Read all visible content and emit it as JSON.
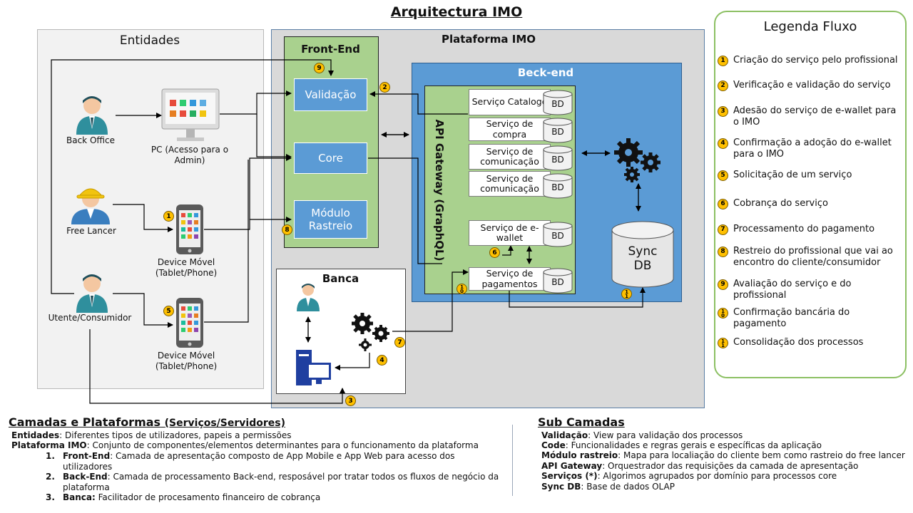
{
  "title": "Arquitectura IMO",
  "entidades": {
    "header": "Entidades",
    "back_office": "Back Office",
    "pc_label": "PC (Acesso para o Admin)",
    "free_lancer": "Free Lancer",
    "device1": "Device Móvel (Tablet/Phone)",
    "utente": "Utente/Consumidor",
    "device2": "Device Móvel (Tablet/Phone)"
  },
  "plataforma": {
    "header": "Plataforma IMO",
    "front_end": {
      "header": "Front-End",
      "validacao": "Validação",
      "core": "Core",
      "rastreio": "Módulo Rastreio"
    },
    "back_end": {
      "header": "Beck-end",
      "api_gateway": "API Gateway (GraphQL)",
      "services": [
        "Serviço Catalogo",
        "Serviço de compra",
        "Serviço de comunicação",
        "Serviço de comunicação",
        "Serviço de e-wallet",
        "Serviço de pagamentos"
      ],
      "bd": "BD",
      "sync_db": "Sync DB"
    },
    "banca": {
      "header": "Banca"
    }
  },
  "badges": {
    "b1": "1",
    "b2": "2",
    "b3": "3",
    "b4": "4",
    "b5": "5",
    "b6": "6",
    "b7": "7",
    "b8": "8",
    "b9": "9",
    "b10_top": "1",
    "b10_bottom": "0",
    "b11_top": "1",
    "b11_bottom": "1"
  },
  "legend": {
    "title": "Legenda Fluxo",
    "items": [
      {
        "n": "1",
        "text": "Criação do serviço pelo profissional"
      },
      {
        "n": "2",
        "text": "Verificação e validação do serviço"
      },
      {
        "n": "3",
        "text": "Adesão do serviço de e-wallet para o IMO"
      },
      {
        "n": "4",
        "text": "Confirmação a adoção do e-wallet para o IMO"
      },
      {
        "n": "5",
        "text": "Solicitação de um serviço"
      },
      {
        "n": "6",
        "text": "Cobrança do serviço"
      },
      {
        "n": "7",
        "text": "Processamento do pagamento"
      },
      {
        "n": "8",
        "text": "Restreio do profissional que vai ao encontro do cliente/consumidor"
      },
      {
        "n": "9",
        "text": "Avaliação do serviço e do profissional"
      },
      {
        "n_top": "1",
        "n_bottom": "0",
        "text": "Confirmação bancária do pagamento"
      },
      {
        "n_top": "1",
        "n_bottom": "1",
        "text": "Consolidação dos processos"
      }
    ]
  },
  "camadas": {
    "title": "Camadas e Plataformas",
    "title_sub": "(Serviços/Servidores)",
    "entidades_term": "Entidades",
    "entidades_desc": ": Diferentes tipos de utilizadores, papeis a permissões",
    "plataforma_term": "Plataforma IMO",
    "plataforma_desc": ": Conjunto de componentes/elementos determinantes para o funcionamento da plataforma",
    "items": [
      {
        "num": "1.",
        "term": "Front-End",
        "desc": ": Camada de apresentação composto de App Mobile e App Web para acesso dos utilizadores"
      },
      {
        "num": "2.",
        "term": "Back-End",
        "desc": ": Camada de processamento Back-end, resposável por tratar todos os fluxos de negócio da plataforma"
      },
      {
        "num": "3.",
        "term": "Banca:",
        "desc": " Facilitador de procesamento financeiro de cobrança"
      }
    ]
  },
  "sub_camadas": {
    "title": "Sub Camadas",
    "items": [
      {
        "term": "Validação",
        "desc": ": View para validação dos processos"
      },
      {
        "term": "Code",
        "desc": ": Funcionalidades e regras gerais e específicas da aplicação"
      },
      {
        "term": "Módulo rastreio",
        "desc": ": Mapa para localiação do cliente bem como rastreio do free lancer"
      },
      {
        "term": "API Gateway",
        "desc": ": Orquestrador das requisições da camada de apresentação"
      },
      {
        "term": "Serviços (*)",
        "desc": ": Algorimos agrupados por domínio para processos core"
      },
      {
        "term": "Sync DB",
        "desc": ": Base de dados OLAP"
      }
    ]
  },
  "colors": {
    "front_green": "#a9d18e",
    "back_blue": "#5b9bd5",
    "badge_yellow": "#ffc000",
    "legend_border": "#8cc063"
  }
}
